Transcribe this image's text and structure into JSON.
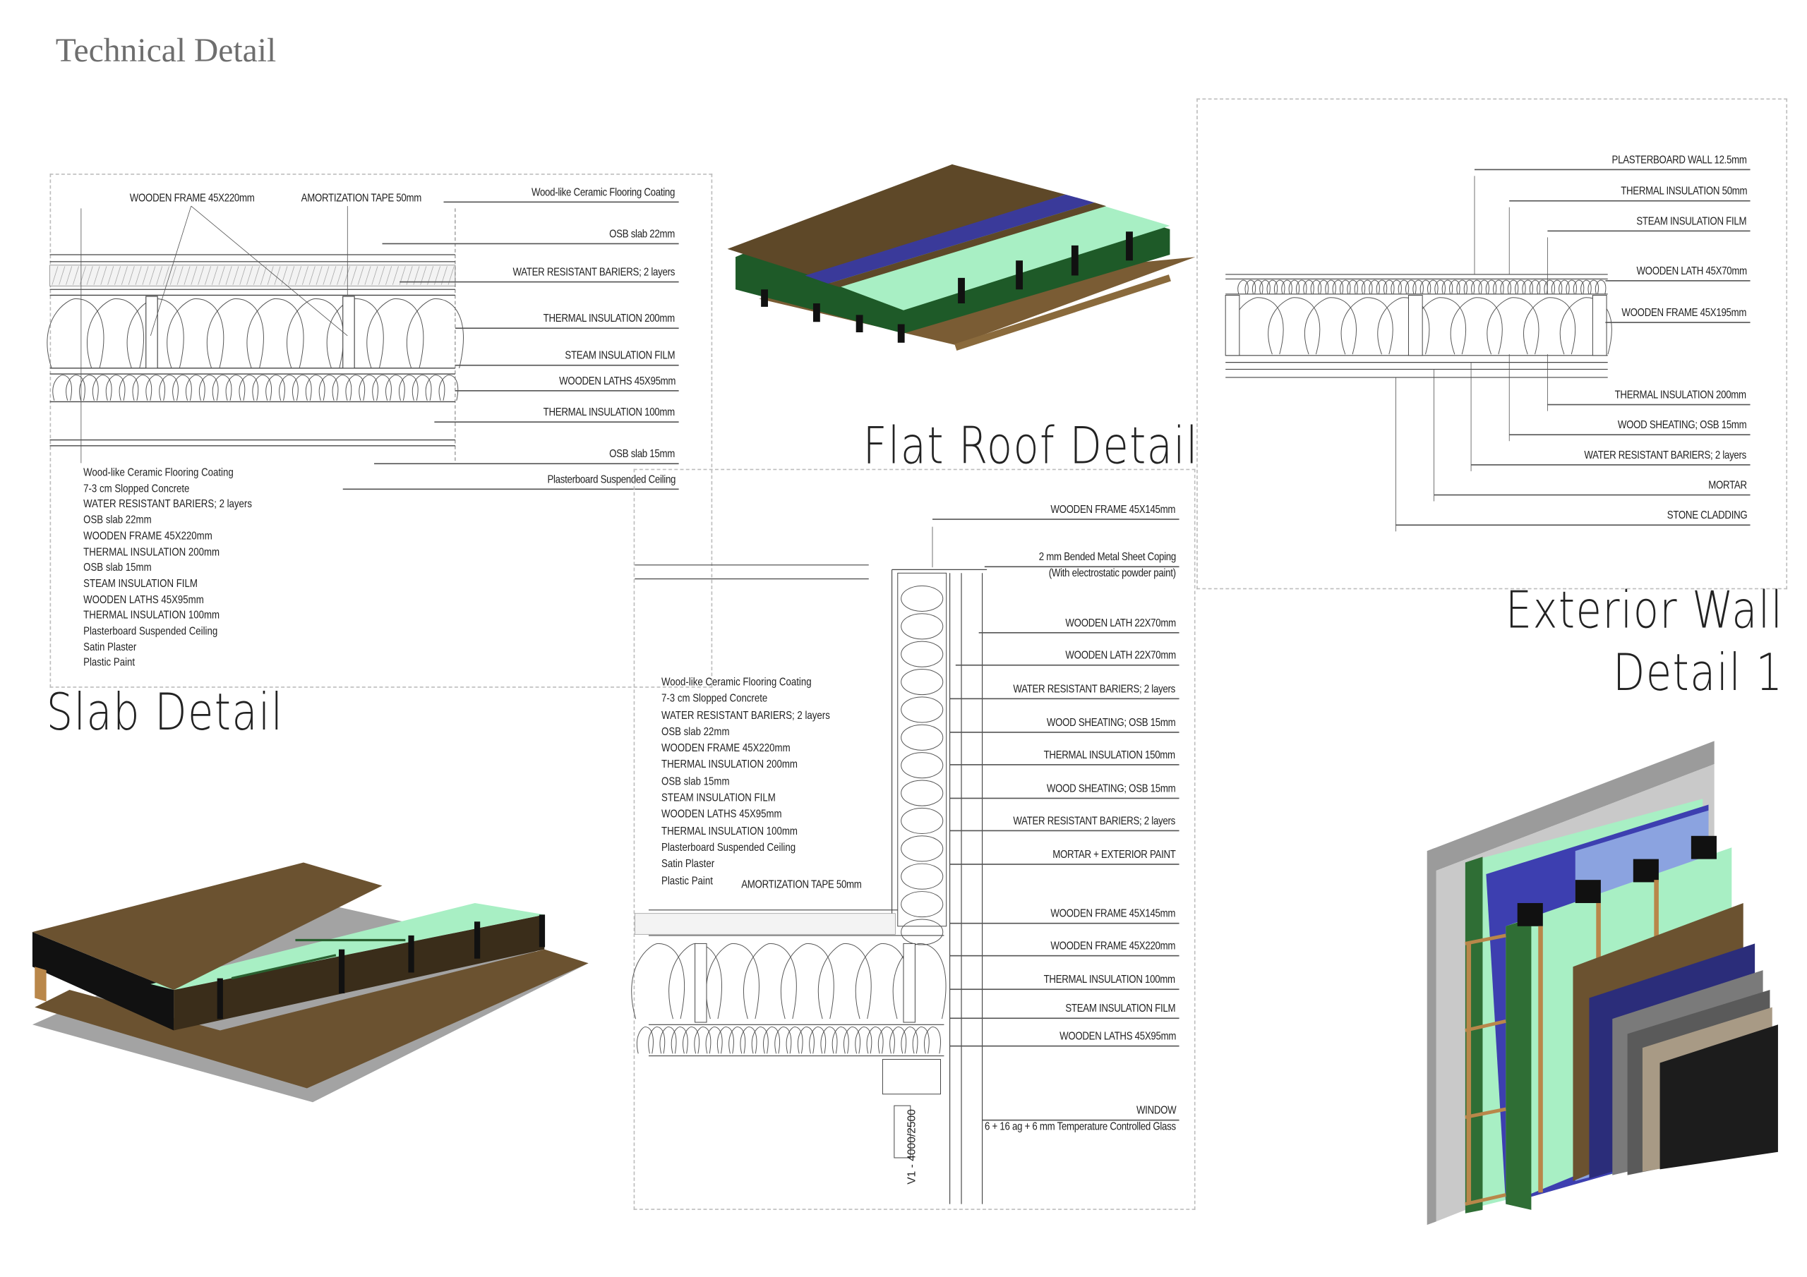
{
  "title": "Technical Detail",
  "slab": {
    "heading": "Slab Detail",
    "top_labels": [
      "WOODEN FRAME 45X220mm",
      "AMORTIZATION TAPE 50mm"
    ],
    "right_labels": [
      "Wood-like Ceramic Flooring Coating",
      "OSB slab 22mm",
      "WATER RESISTANT BARIERS; 2 layers",
      "THERMAL INSULATION 200mm",
      "STEAM INSULATION FILM",
      "WOODEN LATHS 45X95mm",
      "THERMAL INSULATION 100mm",
      "OSB slab 15mm",
      "Plasterboard Suspended Ceiling"
    ],
    "layers": [
      "Wood-like Ceramic Flooring Coating",
      "7-3 cm Slopped Concrete",
      "WATER RESISTANT BARIERS; 2 layers",
      "OSB slab 22mm",
      "WOODEN FRAME 45X220mm",
      "THERMAL INSULATION 200mm",
      "OSB slab 15mm",
      "STEAM INSULATION FILM",
      "WOODEN LATHS 45X95mm",
      "THERMAL INSULATION 100mm",
      "Plasterboard Suspended Ceiling",
      "Satin Plaster",
      "Plastic Paint"
    ]
  },
  "roof": {
    "heading": "Flat Roof Detail"
  },
  "exterior_wall": {
    "heading_line1": "Exterior Wall",
    "heading_line2": "Detail 1",
    "labels": [
      "PLASTERBOARD WALL 12.5mm",
      "THERMAL INSULATION 50mm",
      "STEAM INSULATION FILM",
      "WOODEN LATH 45X70mm",
      "WOODEN FRAME 45X195mm",
      "THERMAL INSULATION 200mm",
      "WOOD SHEATING; OSB 15mm",
      "WATER RESISTANT BARIERS; 2 layers",
      "MORTAR",
      "STONE CLADDING"
    ]
  },
  "wall_section": {
    "labels": [
      "WOODEN FRAME 45X145mm",
      "2 mm Bended Metal Sheet Coping",
      "(With electrostatic powder paint)",
      "WOODEN LATH 22X70mm",
      "WOODEN LATH 22X70mm",
      "WATER RESISTANT BARIERS; 2 layers",
      "WOOD SHEATING; OSB 15mm",
      "THERMAL INSULATION 150mm",
      "WOOD SHEATING; OSB 15mm",
      "WATER RESISTANT BARIERS; 2 layers",
      "MORTAR + EXTERIOR PAINT",
      "WOODEN FRAME 45X145mm",
      "WOODEN FRAME 45X220mm",
      "THERMAL INSULATION 100mm",
      "STEAM INSULATION FILM",
      "WOODEN LATHS 45X95mm",
      "WINDOW",
      "6 + 16 ag + 6 mm Temperature Controlled Glass"
    ],
    "layers": [
      "Wood-like Ceramic Flooring Coating",
      "7-3 cm Slopped Concrete",
      "WATER RESISTANT BARIERS; 2 layers",
      "OSB slab 22mm",
      "WOODEN FRAME 45X220mm",
      "THERMAL INSULATION 200mm",
      "OSB slab 15mm",
      "STEAM INSULATION FILM",
      "WOODEN LATHS 45X95mm",
      "THERMAL INSULATION 100mm",
      "Plasterboard Suspended Ceiling",
      "Satin Plaster",
      "Plastic Paint"
    ],
    "amortization_label": "AMORTIZATION TAPE 50mm",
    "window_tag": "V1 - 4000/2500"
  },
  "colors": {
    "wood": "#6b5230",
    "insulation": "#a8efc4",
    "membrane": "#3c3f9e",
    "green_board": "#2f6e35",
    "stone": "#222222"
  }
}
